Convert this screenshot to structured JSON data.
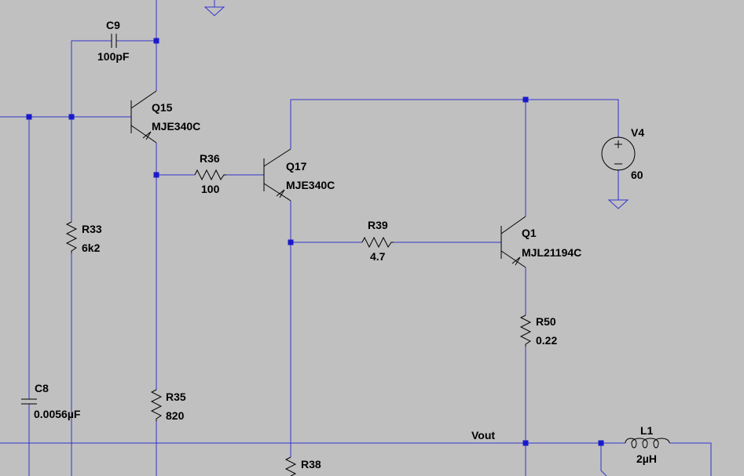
{
  "colors": {
    "background": "#c0c0c0",
    "wire": "#3333cc",
    "component": "#000000",
    "node": "#1a1acc"
  },
  "capacitors": {
    "c9": {
      "ref": "C9",
      "value": "100pF"
    },
    "c8": {
      "ref": "C8",
      "value": "0.0056µF"
    }
  },
  "transistors": {
    "q15": {
      "ref": "Q15",
      "model": "MJE340C"
    },
    "q17": {
      "ref": "Q17",
      "model": "MJE340C"
    },
    "q1": {
      "ref": "Q1",
      "model": "MJL21194C"
    }
  },
  "resistors": {
    "r36": {
      "ref": "R36",
      "value": "100"
    },
    "r39": {
      "ref": "R39",
      "value": "4.7"
    },
    "r33": {
      "ref": "R33",
      "value": "6k2"
    },
    "r50": {
      "ref": "R50",
      "value": "0.22"
    },
    "r35": {
      "ref": "R35",
      "value": "820"
    },
    "r38": {
      "ref": "R38"
    }
  },
  "sources": {
    "v4": {
      "ref": "V4",
      "value": "60"
    }
  },
  "inductors": {
    "l1": {
      "ref": "L1",
      "value": "2µH"
    }
  },
  "nets": {
    "vout": "Vout"
  }
}
